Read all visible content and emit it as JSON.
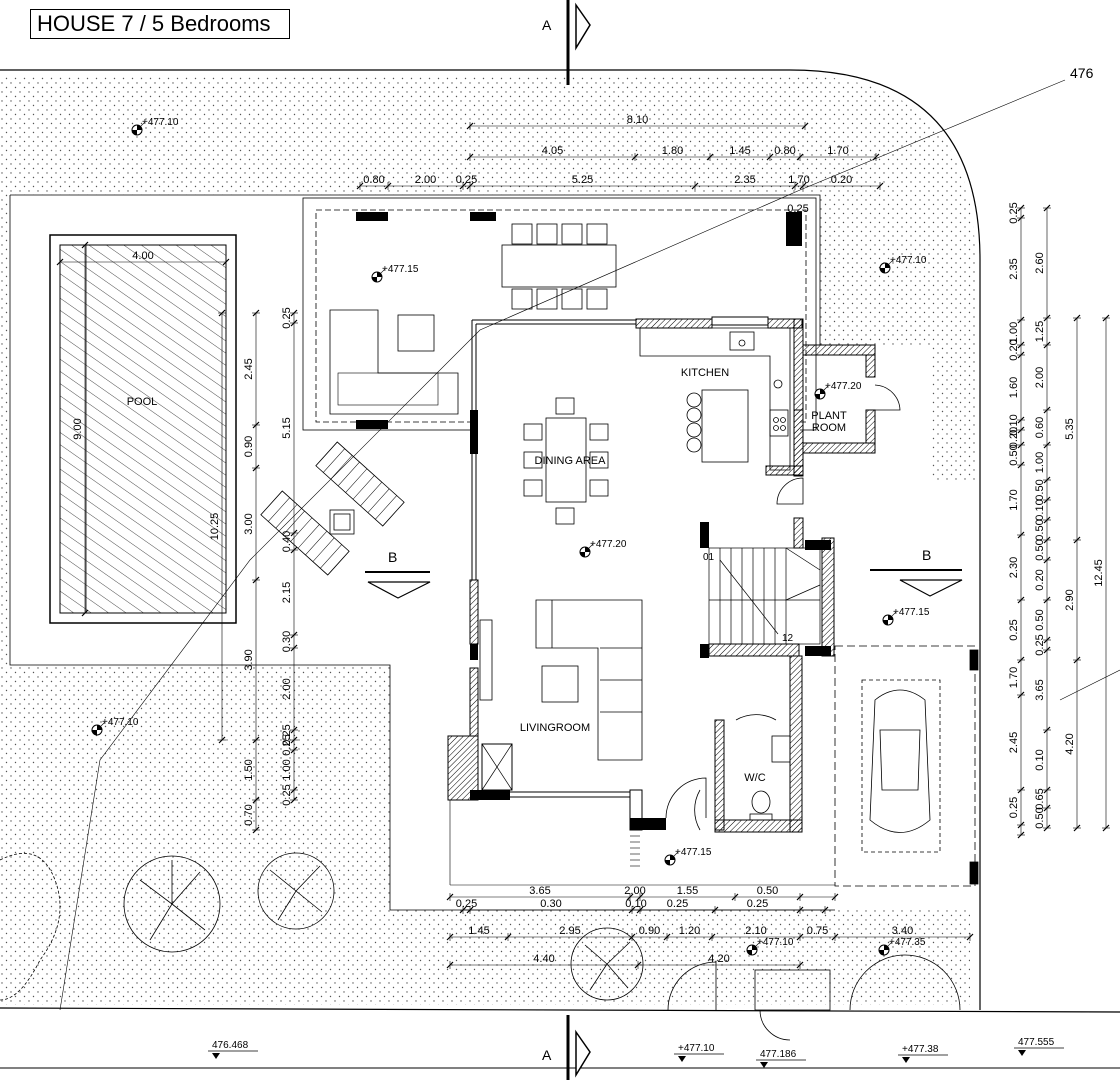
{
  "title": "HOUSE 7 / 5 Bedrooms",
  "contour_label": "476",
  "sections": {
    "a_top": "A",
    "a_bottom": "A",
    "b_left": "B",
    "b_right": "B"
  },
  "rooms": {
    "pool": "POOL",
    "kitchen": "KITCHEN",
    "plant_line1": "PLANT",
    "plant_line2": "ROOM",
    "dining": "DINING AREA",
    "living": "LIVINGROOM",
    "wc": "W/C"
  },
  "levels": {
    "garden_nw": "+477.10",
    "terrace": "+477.15",
    "garden_ne": "+477.10",
    "plant": "+477.20",
    "interior": "+477.20",
    "east_yard": "+477.15",
    "garden_w": "+477.10",
    "entrance": "+477.15",
    "front_gate": "+477.10",
    "parking_gate": "+477.35"
  },
  "street_levels": {
    "l1": "476.468",
    "l2": "+477.10",
    "l3": "477.186",
    "l4": "+477.38",
    "l5": "477.555"
  },
  "stair": {
    "start": "01",
    "end": "12"
  },
  "dims": {
    "top_total": "8.10",
    "top_row2": [
      "4.05",
      "1.80",
      "1.45",
      "0.80",
      "1.70"
    ],
    "top_row3": [
      "0.80",
      "2.00",
      "0.25",
      "5.25",
      "2.35",
      "1.70",
      "0.20"
    ],
    "terrace_corner": "0.25",
    "pool_width": "4.00",
    "pool_length": "9.00",
    "pool_side": "10.25",
    "left_col1": [
      "0.25",
      "5.15",
      "0.40",
      "2.15",
      "0.30",
      "2.00",
      "0.25",
      "0.25",
      "1.00",
      "0.25"
    ],
    "left_col2": [
      "2.45",
      "0.90",
      "3.00",
      "3.90",
      "1.50",
      "0.70"
    ],
    "bottom_row1": [
      "3.65",
      "2.00",
      "1.55",
      "0.50"
    ],
    "bottom_row2": [
      "0.25",
      "0.30",
      "0.10",
      "0.25",
      "0.25"
    ],
    "bottom_row3": [
      "1.45",
      "2.95",
      "0.90",
      "1.20",
      "2.10",
      "0.75",
      "3.40"
    ],
    "bottom_row4": [
      "4.40",
      "4.20"
    ],
    "right_col1": [
      "0.25",
      "2.35",
      "1.00",
      "0.20",
      "1.60",
      "0.10",
      "0.20",
      "0.50",
      "1.70",
      "2.30",
      "0.25",
      "1.70",
      "2.45",
      "0.25"
    ],
    "right_col2": [
      "2.60",
      "1.25",
      "2.00",
      "0.60",
      "1.00",
      "0.50",
      "0.10",
      "0.50",
      "0.50",
      "0.20",
      "0.50",
      "0.25",
      "3.65",
      "0.10",
      "0.65",
      "0.50"
    ],
    "right_col3": [
      "5.35",
      "2.90",
      "4.20"
    ],
    "right_total": "12.45"
  }
}
